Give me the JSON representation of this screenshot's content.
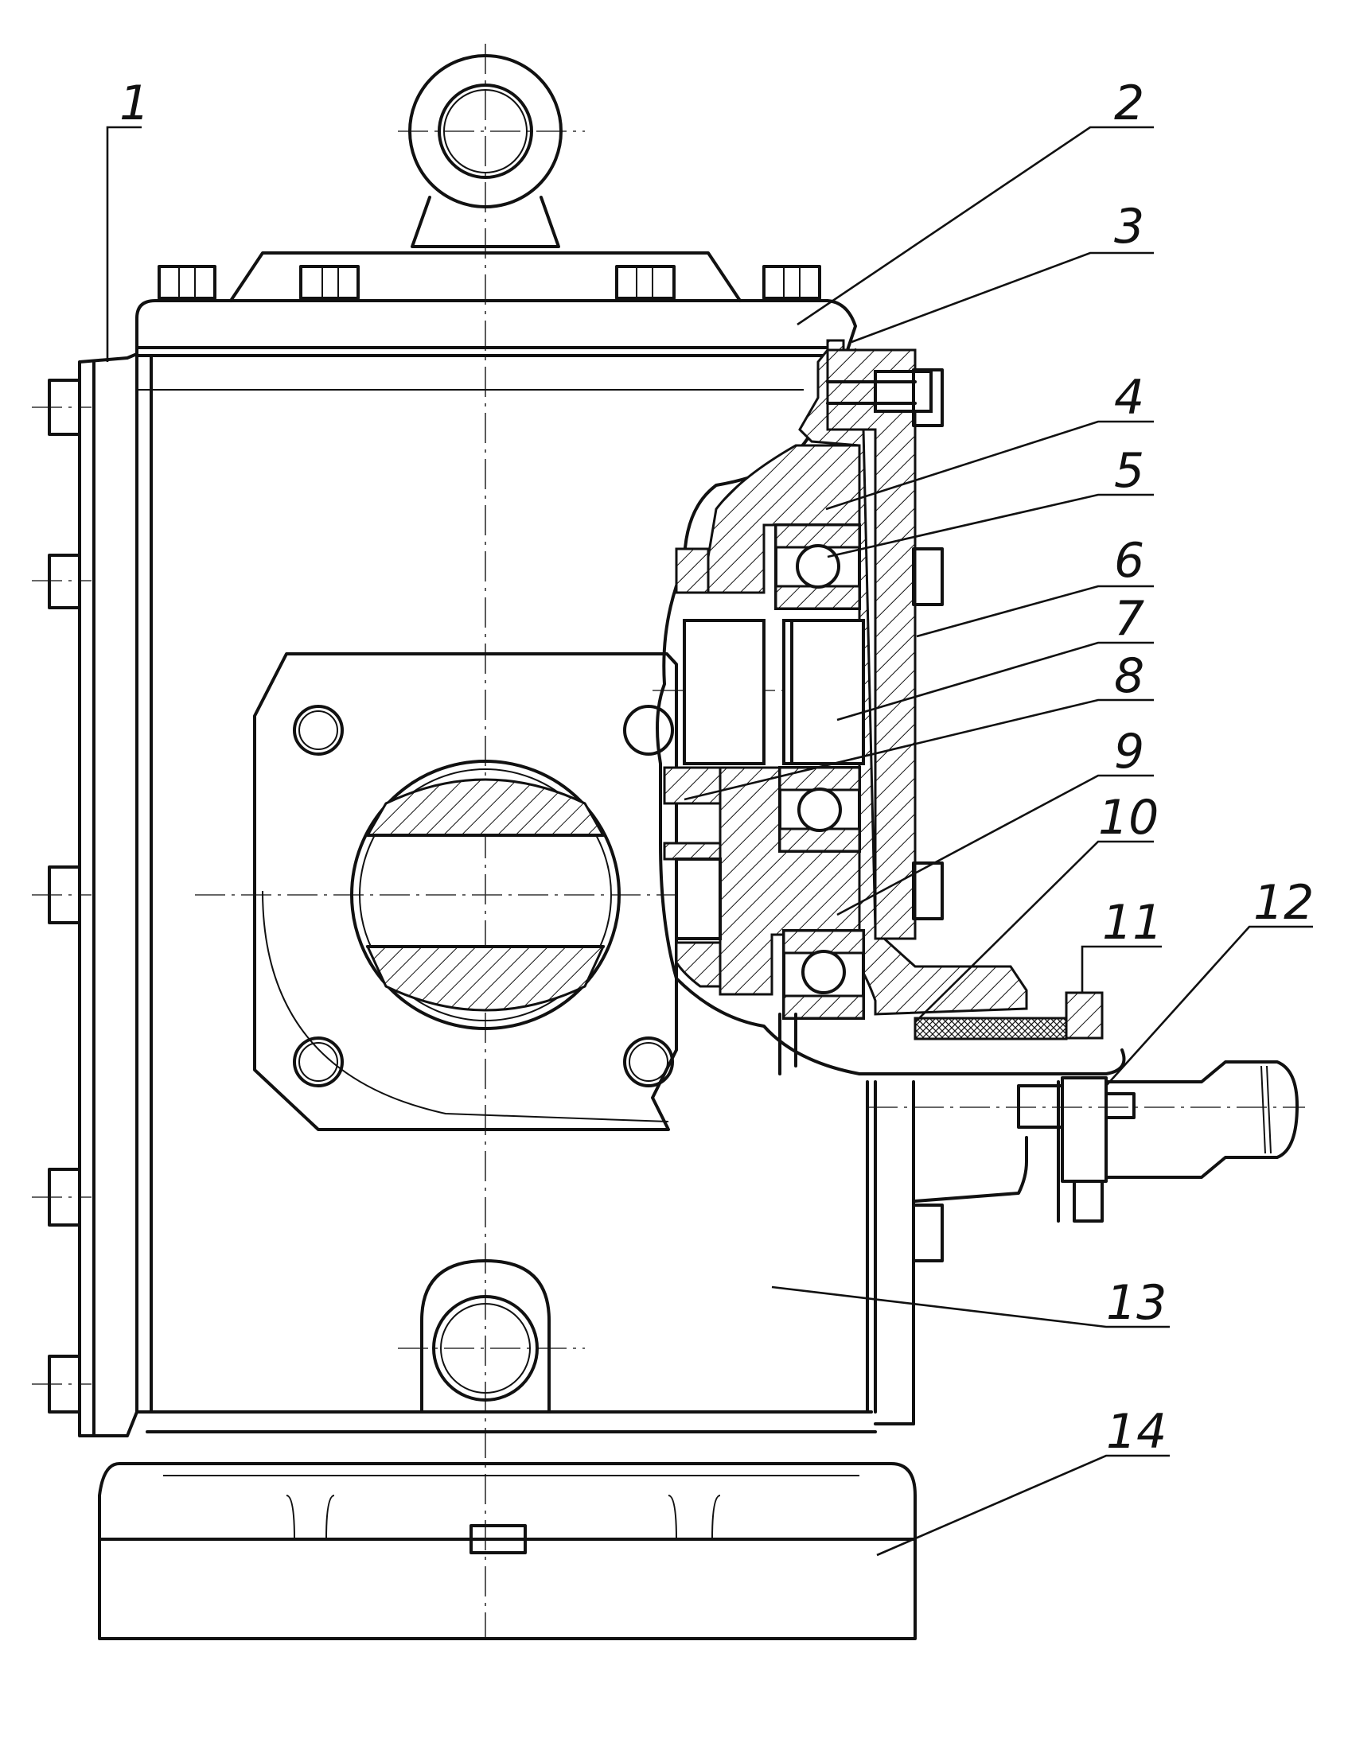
{
  "labels": [
    {
      "id": "1",
      "text": "1"
    },
    {
      "id": "2",
      "text": "2"
    },
    {
      "id": "3",
      "text": "3"
    },
    {
      "id": "4",
      "text": "4"
    },
    {
      "id": "5",
      "text": "5"
    },
    {
      "id": "6",
      "text": "6"
    },
    {
      "id": "7",
      "text": "7"
    },
    {
      "id": "8",
      "text": "8"
    },
    {
      "id": "9",
      "text": "9"
    },
    {
      "id": "10",
      "text": "10"
    },
    {
      "id": "11",
      "text": "11"
    },
    {
      "id": "12",
      "text": "12"
    },
    {
      "id": "13",
      "text": "13"
    },
    {
      "id": "14",
      "text": "14"
    }
  ],
  "colors": {
    "ink": "#111111",
    "paper": "#ffffff"
  }
}
